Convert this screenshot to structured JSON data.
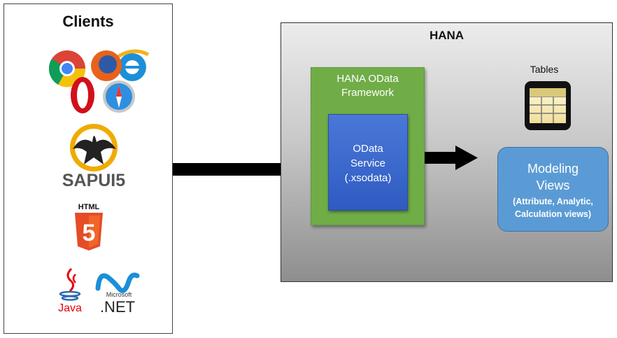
{
  "clients": {
    "title": "Clients",
    "logos": {
      "sapui5_text": "SAPUI5",
      "html_text": "HTML",
      "html_num": "5",
      "java_text": "Java",
      "microsoft_text": "Microsoft",
      "net_text": ".NET"
    }
  },
  "hana": {
    "title": "HANA",
    "framework_label": [
      "HANA OData",
      "Framework"
    ],
    "service_label": [
      "OData",
      "Service",
      "(.xsodata)"
    ],
    "tables_label": "Tables",
    "modeling_title": [
      "Modeling",
      "Views"
    ],
    "modeling_sub": [
      "(Attribute, Analytic,",
      "Calculation views)"
    ]
  },
  "colors": {
    "framework_green": "#70ad47",
    "service_blue": "#3a66cc",
    "modeling_blue": "#5b9bd5",
    "arrow": "#000000"
  },
  "icons": [
    "browser-logos-icon",
    "sapui5-logo-icon",
    "html5-logo-icon",
    "java-logo-icon",
    "dotnet-logo-icon",
    "table-icon",
    "arrow-right-icon"
  ]
}
